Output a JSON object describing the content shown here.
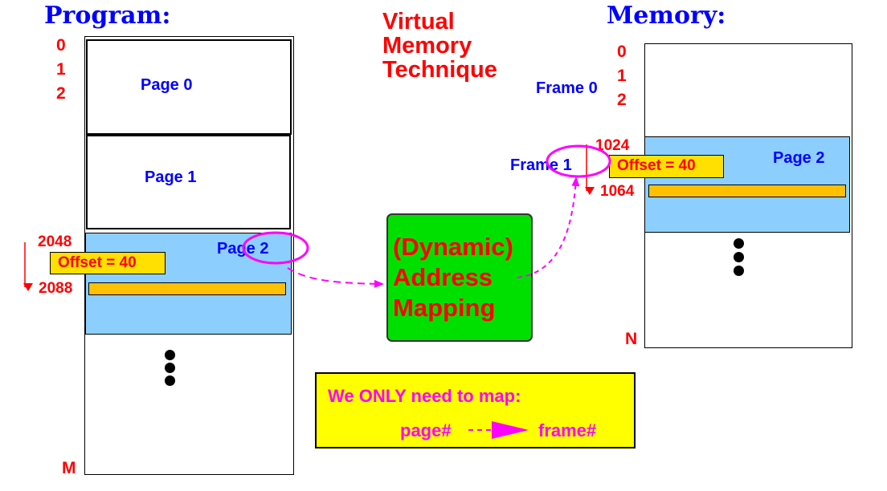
{
  "title": {
    "line1": "Virtual",
    "line2": "Memory",
    "line3": "Technique"
  },
  "program": {
    "heading": "Program:",
    "addr_0": "0",
    "addr_1": "1",
    "addr_2": "2",
    "page0_label": "Page 0",
    "page1_label": "Page 1",
    "page2_label": "Page 2",
    "start_addr": "2048",
    "end_addr": "2088",
    "offset_label": "Offset = 40",
    "end_label": "M"
  },
  "memory": {
    "heading": "Memory:",
    "addr_0": "0",
    "addr_1": "1",
    "addr_2": "2",
    "frame0_label": "Frame 0",
    "frame1_label": "Frame 1",
    "page2_label": "Page 2",
    "start_addr": "1024",
    "end_addr": "1064",
    "offset_label": "Offset = 40",
    "end_label": "N"
  },
  "mapping": {
    "line1": "(Dynamic)",
    "line2": "Address",
    "line3": "Mapping"
  },
  "note": {
    "line1": "We ONLY need to map:",
    "from": "page#",
    "to": "frame#"
  },
  "colors": {
    "title": "#ff0000",
    "heading": "#0000ff",
    "page_highlight": "#8ccfff",
    "offset_bar": "#ffc000",
    "mapping_box": "#00e000",
    "note_box": "#ffff00",
    "arrow": "#ff00ff"
  }
}
